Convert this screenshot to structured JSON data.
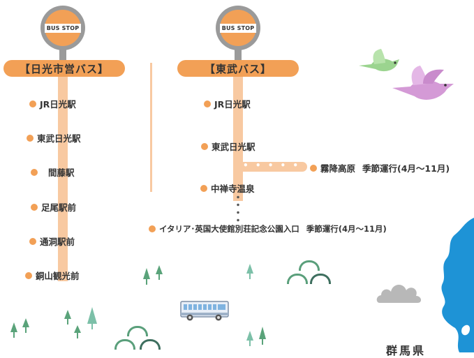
{
  "bus_stop_sign": {
    "label": "BUS STOP"
  },
  "routes": [
    {
      "company": "【日光市営バス】",
      "stations": [
        "JR日光駅",
        "東武日光駅",
        "間藤駅",
        "足尾駅前",
        "通洞駅前",
        "銅山観光前"
      ]
    },
    {
      "company": "【東武バス】",
      "stations": [
        "JR日光駅",
        "東武日光駅",
        "中禅寺温泉"
      ],
      "branches": [
        {
          "stop": "霧降高原",
          "note": "季節運行(4月～11月)"
        },
        {
          "stop": "イタリア･英国大使館別荘記念公園入口",
          "note": "季節運行(4月～11月)"
        }
      ]
    }
  ],
  "map_label": "群馬県",
  "colors": {
    "accent": "#f2a056",
    "route_line": "#f8c9a1",
    "pole": "#9a9a9a",
    "lake": "#1e93d6",
    "tree": "#5aa37a"
  },
  "decorations": [
    "bird-green",
    "bird-pink",
    "cloud",
    "bus",
    "trees",
    "hills",
    "lake"
  ]
}
